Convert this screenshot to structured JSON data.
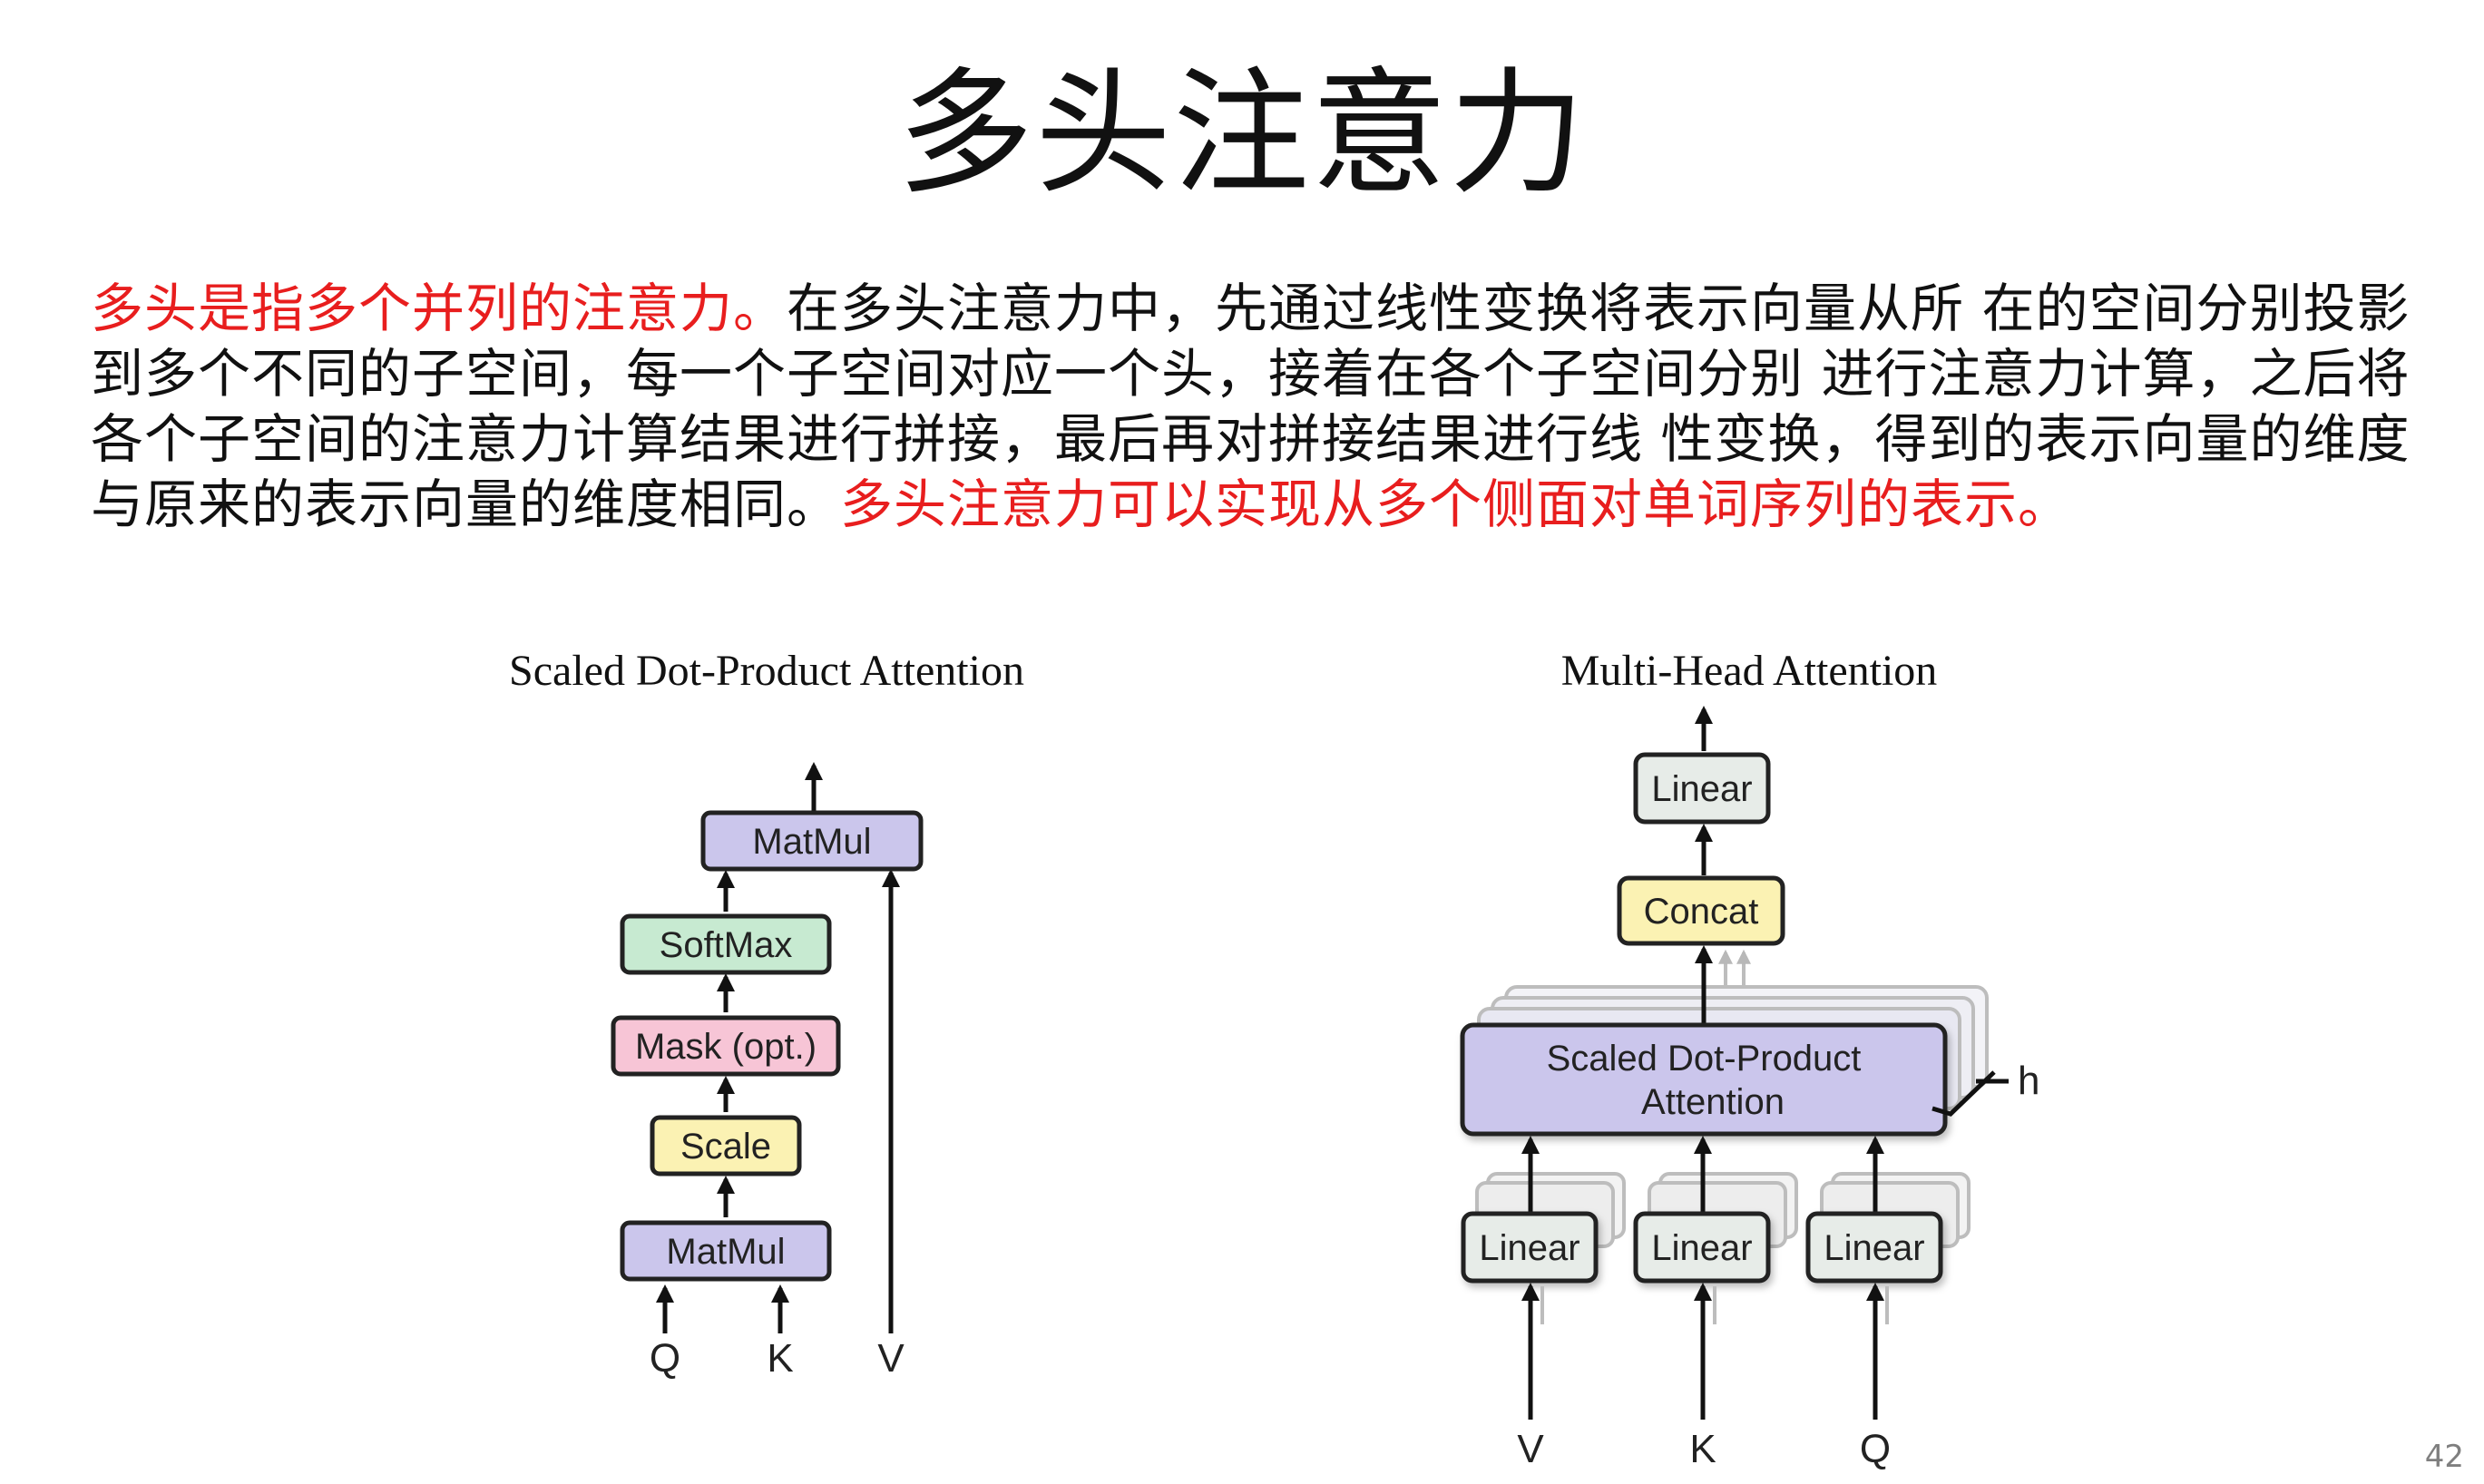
{
  "slide": {
    "title": "多头注意力",
    "page_number": "42",
    "paragraph": {
      "red_lead": "多头是指多个并列的注意力。",
      "body": "在多头注意力中，先通过线性变换将表示向量从所 在的空间分别投影到多个不同的子空间，每一个子空间对应一个头，接着在各个子空间分别 进行注意力计算，之后将各个子空间的注意力计算结果进行拼接，最后再对拼接结果进行线 性变换，得到的表示向量的维度与原来的表示向量的维度相同。",
      "red_tail": "多头注意力可以实现从多个侧面对单词序列的表示。"
    }
  },
  "left_diagram": {
    "title": "Scaled Dot-Product Attention",
    "boxes": {
      "matmul_top": "MatMul",
      "softmax": "SoftMax",
      "mask": "Mask (opt.)",
      "scale": "Scale",
      "matmul_bottom": "MatMul"
    },
    "inputs": {
      "q": "Q",
      "k": "K",
      "v": "V"
    }
  },
  "right_diagram": {
    "title": "Multi-Head Attention",
    "boxes": {
      "linear_top": "Linear",
      "concat": "Concat",
      "attention_line1": "Scaled Dot-Product",
      "attention_line2": "Attention",
      "linear_v": "Linear",
      "linear_k": "Linear",
      "linear_q": "Linear"
    },
    "heads_label": "h",
    "inputs": {
      "v": "V",
      "k": "K",
      "q": "Q"
    }
  },
  "colors": {
    "matmul": "#cbc6ec",
    "softmax": "#c7ead1",
    "mask": "#f7c5d6",
    "scale": "#fbf2b3",
    "linear": "#e7ece8",
    "concat": "#fbf2b3",
    "attention": "#cbc6ec",
    "red_text": "#e81e1e"
  }
}
